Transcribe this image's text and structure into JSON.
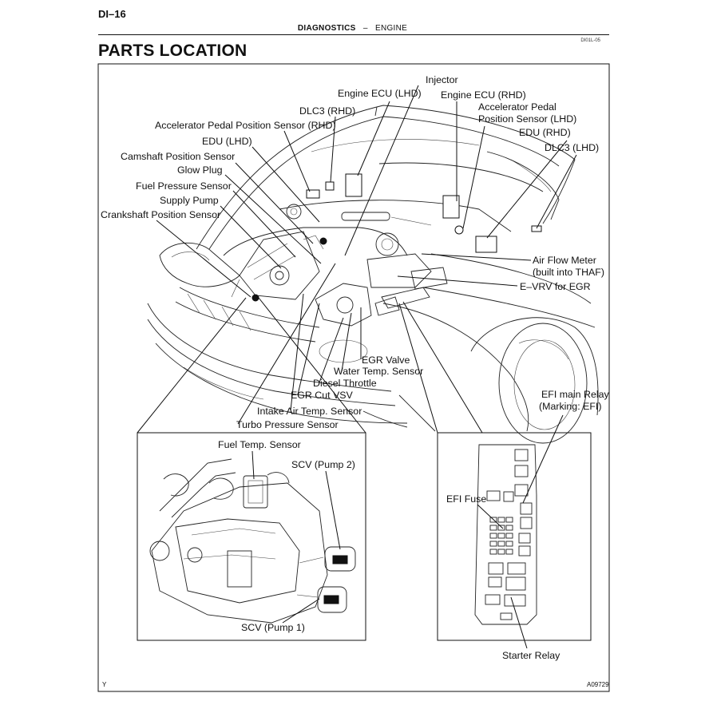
{
  "header": {
    "page_number": "DI–16",
    "section": "DIAGNOSTICS",
    "separator": "–",
    "subsection": "ENGINE",
    "doc_code": "DI01L-05"
  },
  "title": "PARTS LOCATION",
  "corner_marks": {
    "left": "Y",
    "right": "A09729"
  },
  "labels": {
    "injector": "Injector",
    "engine_ecu_lhd": "Engine ECU (LHD)",
    "engine_ecu_rhd": "Engine ECU (RHD)",
    "dlc3_rhd": "DLC3 (RHD)",
    "app_sensor_lhd_1": "Accelerator Pedal",
    "app_sensor_lhd_2": "Position Sensor (LHD)",
    "app_sensor_rhd": "Accelerator Pedal Position Sensor (RHD)",
    "edu_rhd": "EDU (RHD)",
    "edu_lhd": "EDU (LHD)",
    "dlc3_lhd": "DLC3 (LHD)",
    "camshaft_sensor": "Camshaft Position Sensor",
    "glow_plug": "Glow Plug",
    "fuel_pressure_sensor": "Fuel Pressure Sensor",
    "supply_pump": "Supply Pump",
    "crankshaft_sensor": "Crankshaft Position Sensor",
    "air_flow_meter_1": "Air Flow Meter",
    "air_flow_meter_2": "(built into THAF)",
    "evrv_egr": "E–VRV for EGR",
    "egr_valve": "EGR Valve",
    "water_temp_sensor": "Water Temp. Sensor",
    "diesel_throttle": "Diesel Throttle",
    "egr_cut_vsv": "EGR Cut VSV",
    "intake_air_temp_sensor": "Intake Air Temp. Sensor",
    "turbo_pressure_sensor": "Turbo Pressure Sensor",
    "efi_main_relay_1": "EFI main Relay",
    "efi_main_relay_2": "(Marking: EFI)",
    "fuel_temp_sensor": "Fuel Temp. Sensor",
    "scv_pump2": "SCV (Pump 2)",
    "scv_pump1": "SCV (Pump 1)",
    "efi_fuse": "EFI Fuse",
    "starter_relay": "Starter Relay"
  }
}
